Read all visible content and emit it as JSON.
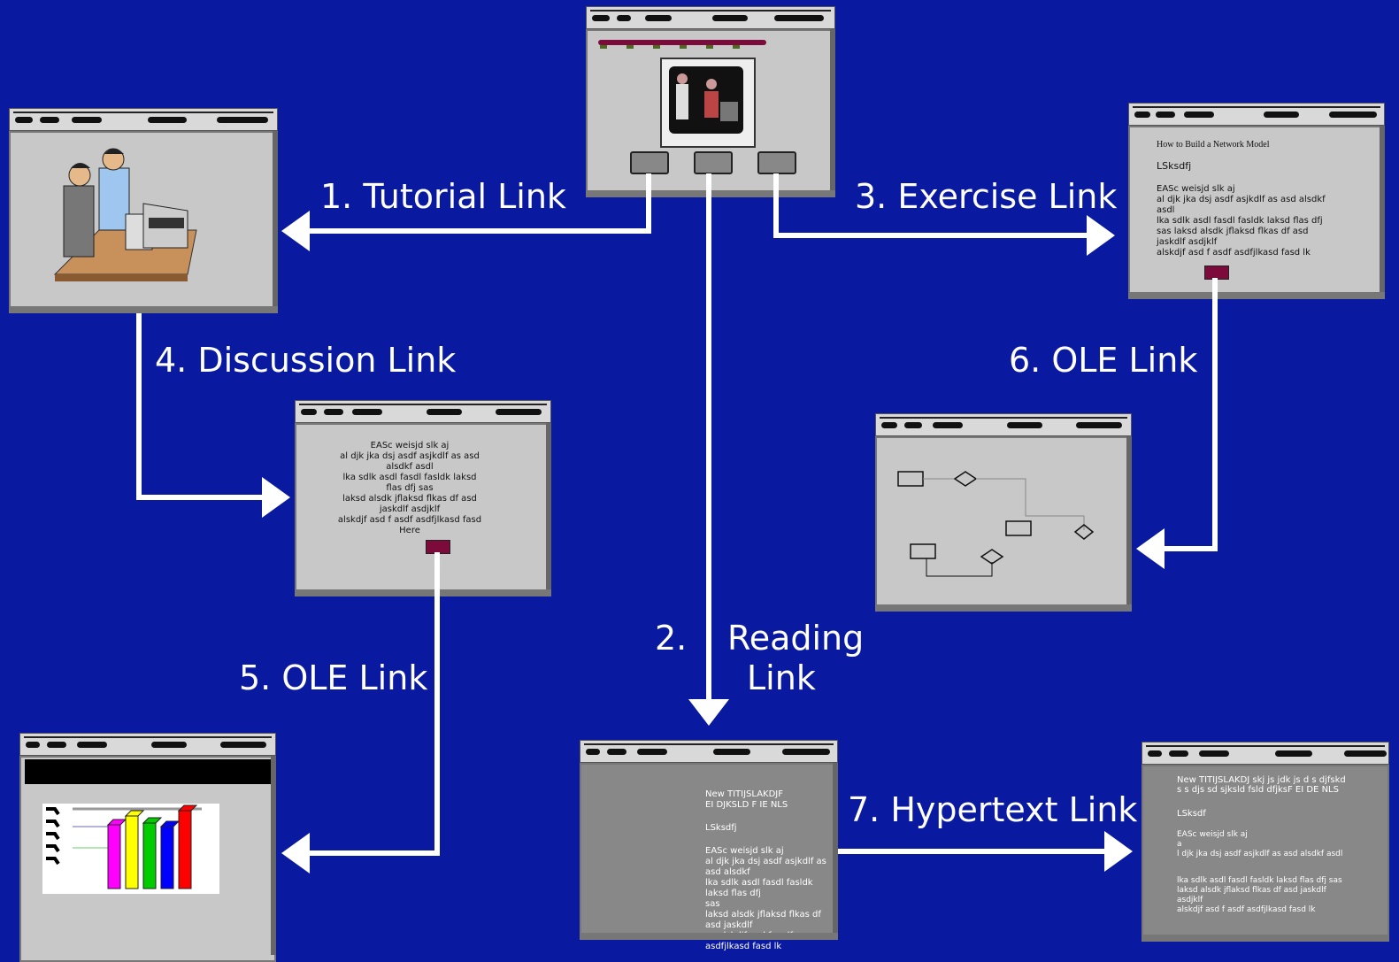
{
  "labels": {
    "tutorial": "1. Tutorial Link",
    "reading_num": "2.",
    "reading_word1": "Reading",
    "reading_word2": "Link",
    "exercise": "3. Exercise Link",
    "discussion": "4. Discussion Link",
    "ole5": "5. OLE Link",
    "ole6": "6. OLE Link",
    "hypertext": "7. Hypertext Link"
  },
  "exercise_window": {
    "title": "How to Build a Network Model",
    "line1": "LSksdfj",
    "para": "EASc weisjd slk aj\nal djk jka dsj asdf asjkdlf  as asd alsdkf\nasdl\nlka sdlk asdl fasdl fasldk laksd flas dfj\nsas laksd alsdk jflaksd flkas df asd\njaskdlf asdjklf\nalskdjf asd f asdf asdfjlkasd fasd lk"
  },
  "discussion_window": {
    "text": "EASc weisjd slk aj\nal djk jka dsj asdf asjkdlf  as asd\nalsdkf asdl\nlka sdlk asdl fasdl fasldk laksd\nflas dfj sas\nlaksd alsdk jflaksd flkas df asd\njaskdlf asdjklf\nalskdjf asd f asdf asdfjlkasd fasd\nHere"
  },
  "reading_window": {
    "heading": "New TITIJSLAKDJF\nEI DJKSLD F IE NLS",
    "line1": "LSksdfj",
    "para": "EASc weisjd slk aj\nal djk jka dsj asdf asjkdlf  as asd alsdkf\nlka sdlk asdl fasdl fasldk laksd flas dfj\nsas\nlaksd alsdk jflaksd flkas df asd jaskdlf\nas alskdjf asd f asdf asdfjlkasd fasd lk"
  },
  "hypertext_window": {
    "heading": "New TITIJSLAKDJ skj js jdk js d s djfskd\ns s djs sd sjksld fsld dfjksF EI DE NLS",
    "line1": "LSksdf",
    "para1": "EASc weisjd slk aj\na\nl djk jka dsj asdf asjkdlf as asd alsdkf asdl",
    "para2": "lka sdlk asdl fasdl fasldk laksd flas dfj sas\nlaksd alsdk jflaksd flkas df asd jaskdlf\nasdjklf\nalskdjf asd f asdf asdfjlkasd fasd lk"
  },
  "colors": {
    "background": "#0a1aa0",
    "arrow": "#ffffff",
    "button": "#7c0a3a"
  },
  "chart_bars": [
    "#ff00ff",
    "#ffff00",
    "#00cc00",
    "#0000ff",
    "#ff0000"
  ]
}
